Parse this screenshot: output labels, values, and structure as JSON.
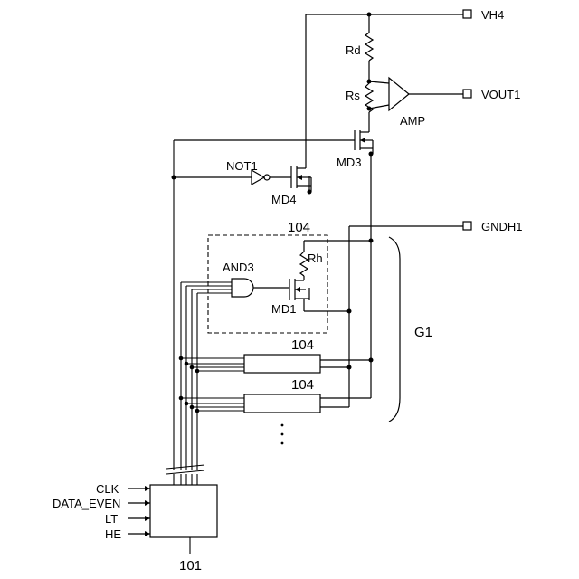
{
  "terminals": {
    "vh4": "VH4",
    "vout1": "VOUT1",
    "gndh1": "GNDH1"
  },
  "components": {
    "rd": "Rd",
    "rs": "Rs",
    "amp": "AMP",
    "md3": "MD3",
    "not1": "NOT1",
    "md4": "MD4",
    "rh": "Rh",
    "and3": "AND3",
    "md1": "MD1"
  },
  "blocks": {
    "block_104_a": "104",
    "block_104_b": "104",
    "block_104_c": "104",
    "group": "G1",
    "controller": "101"
  },
  "inputs": {
    "clk": "CLK",
    "data_even": "DATA_EVEN",
    "lt": "LT",
    "he": "HE"
  },
  "ellipsis": "⋮"
}
